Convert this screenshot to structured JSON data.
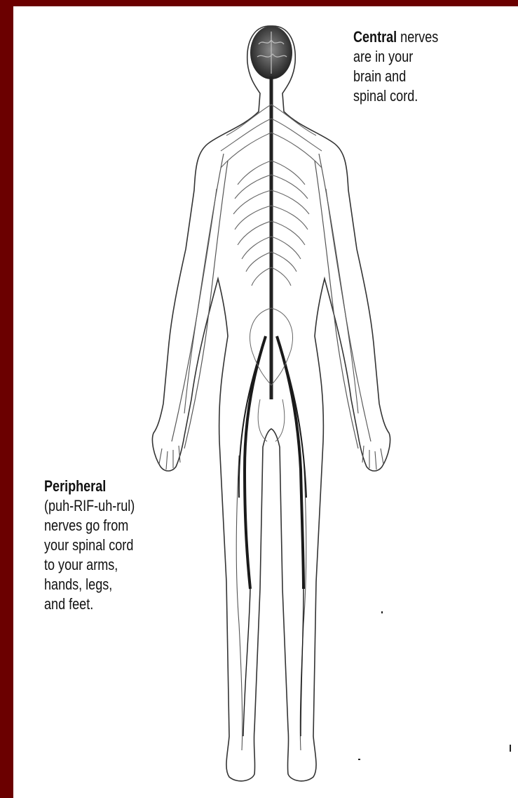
{
  "central": {
    "term": "Central",
    "lines": [
      " nerves",
      "are in your",
      "brain and",
      "spinal cord."
    ]
  },
  "peripheral": {
    "term": "Peripheral",
    "lines": [
      "(puh-RIF-uh-rul)",
      "nerves go from",
      "your spinal cord",
      "to your arms,",
      "hands, legs,",
      "and feet."
    ]
  },
  "colors": {
    "frame": "#6b0000",
    "panel": "#ffffff",
    "outline": "#333333"
  }
}
